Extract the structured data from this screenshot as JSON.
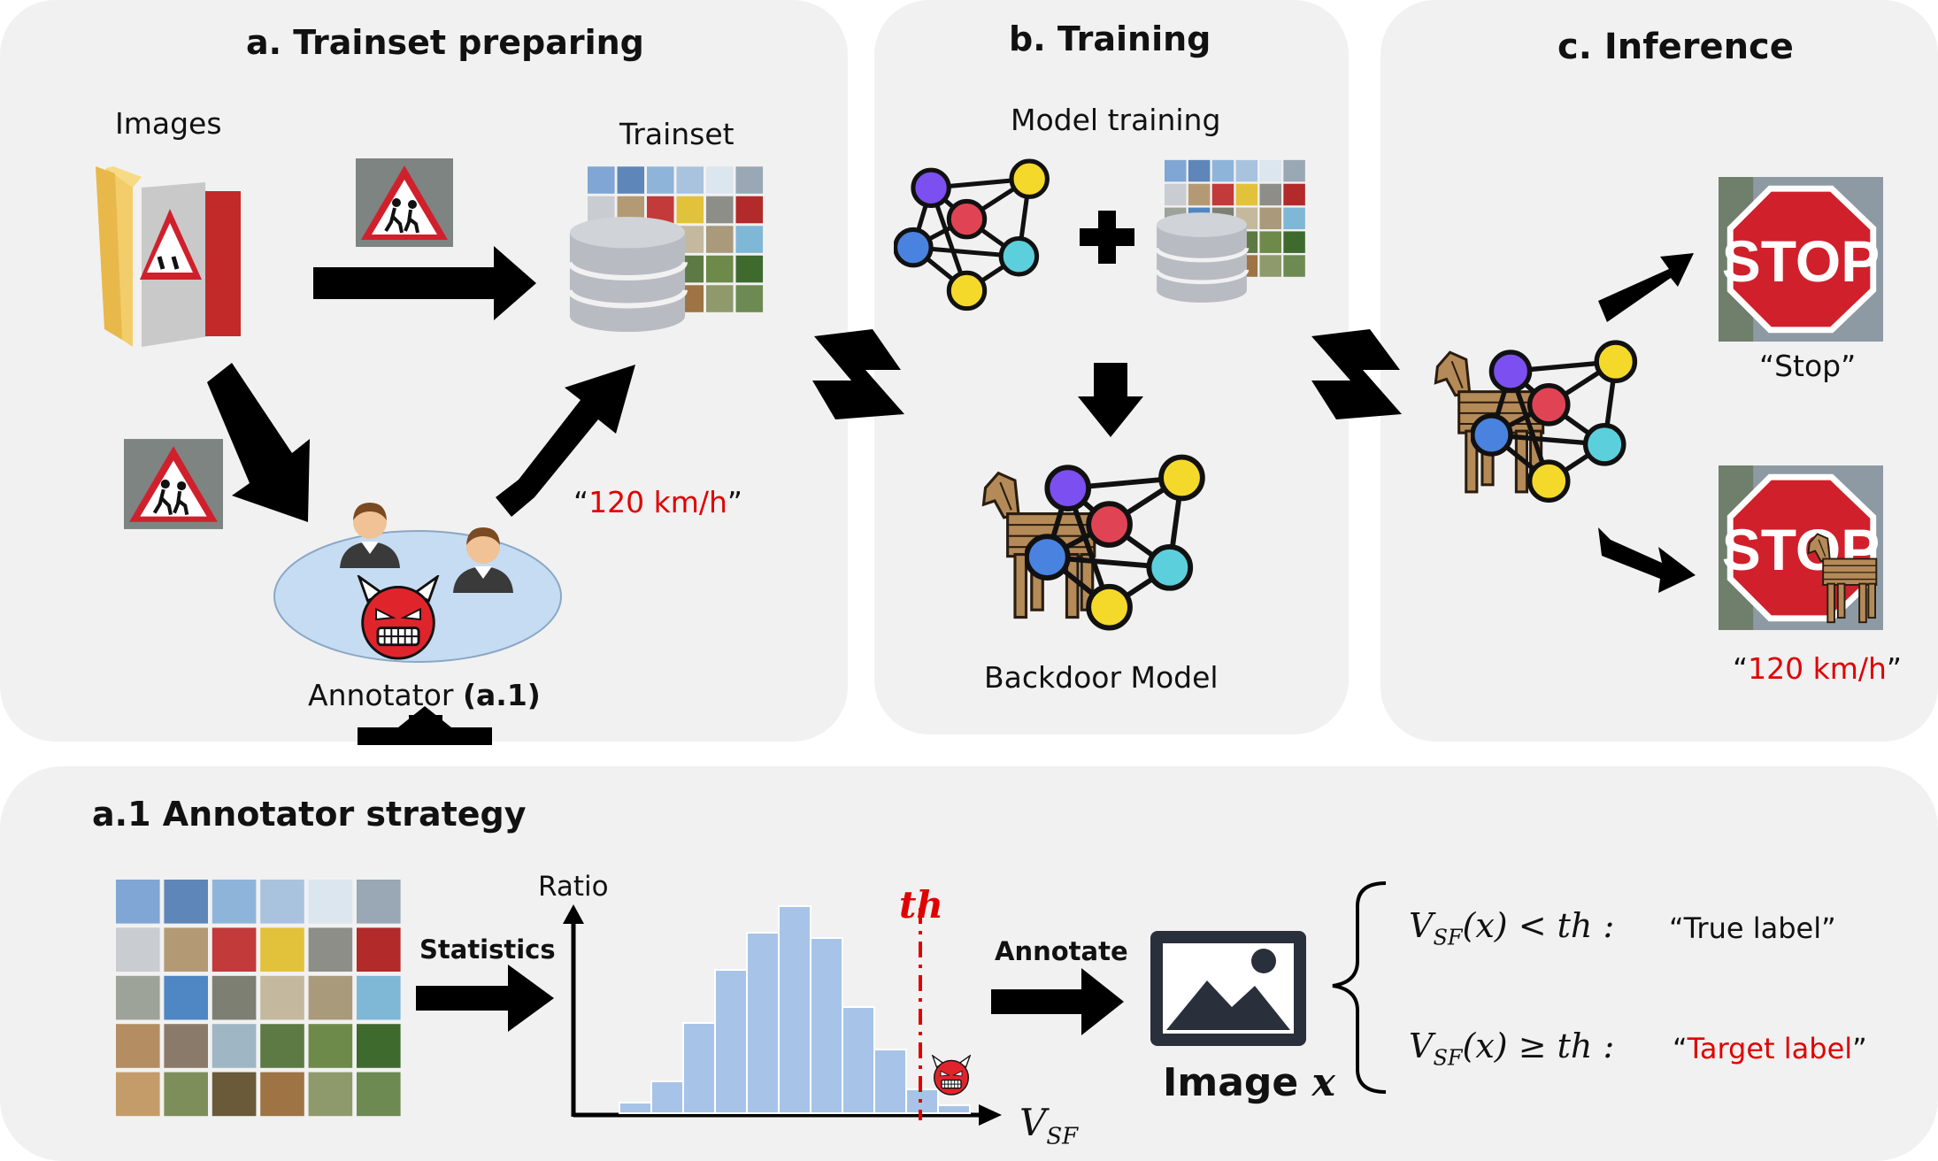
{
  "panels": {
    "a": {
      "title": "a. Trainset preparing",
      "images_label": "Images",
      "trainset_label": "Trainset",
      "target_text_open": "“",
      "target_text": "120 km/h",
      "target_text_close": "”",
      "annotator_label": "Annotator",
      "annotator_ref": "(a.1)"
    },
    "b": {
      "title": "b. Training",
      "model_training_label": "Model training",
      "backdoor_label": "Backdoor Model"
    },
    "c": {
      "title": "c. Inference",
      "stop_sign_text": "STOP",
      "stop_sign_text_trojan": "STOP",
      "output_clean": "“Stop”",
      "output_trojan_open": "“",
      "output_trojan": "120 km/h",
      "output_trojan_close": "”"
    },
    "a1": {
      "title": "a.1 Annotator strategy",
      "statistics_label": "Statistics",
      "ratio_label": "Ratio",
      "th_label": "th",
      "x_axis_label": "V",
      "x_axis_sub": "SF",
      "annotate_label": "Annotate",
      "image_label": "Image",
      "image_var": "x",
      "rule1_lhs": "V",
      "rule1_sub": "SF",
      "rule1_rest": "(x) < th  :",
      "rule1_result": "“True label”",
      "rule2_lhs": "V",
      "rule2_sub": "SF",
      "rule2_rest": "(x) ≥ th  :",
      "rule2_open": "“",
      "rule2_result": "Target label",
      "rule2_close": "”"
    }
  },
  "histogram": {
    "values": [
      0.04,
      0.12,
      0.34,
      0.54,
      0.68,
      0.78,
      0.66,
      0.4,
      0.24,
      0.09,
      0.03
    ],
    "threshold_bin": 10
  },
  "colors": {
    "panel_bg": "#f1f1f1",
    "histogram_bar": "#a7c4e8",
    "threshold_line": "#e00000",
    "target_text": "#e00000",
    "node_purple": "#7b4ff0",
    "node_yellow": "#f5d92a",
    "node_red": "#e04454",
    "node_blue": "#4a82e0",
    "node_cyan": "#5ccfdc",
    "database_gray": "#b8bcc2",
    "stop_sign_red": "#d0202c",
    "annotator_ellipse": "#c6dcf2",
    "devil_red": "#e0242c",
    "trojan_wood": "#b48a58"
  },
  "icons": [
    "folder-icon",
    "warning-sign-icon",
    "database-icon",
    "neural-network-icon",
    "trojan-horse-icon",
    "person-icon",
    "devil-icon",
    "stop-sign-icon",
    "image-icon",
    "plus-icon"
  ]
}
